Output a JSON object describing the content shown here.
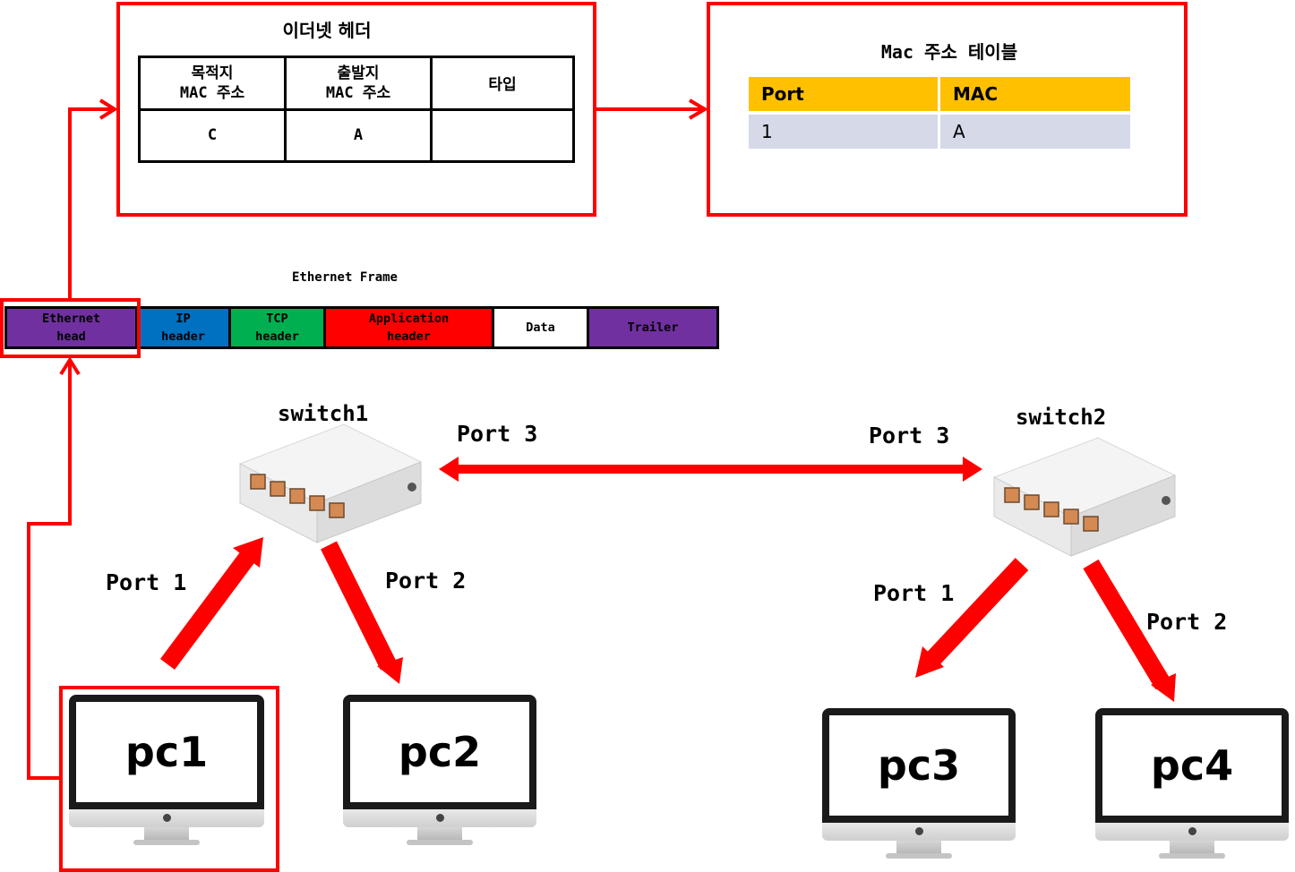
{
  "ethernet_header": {
    "title": "이더넷 헤더",
    "col1_header": "목적지\nMAC 주소",
    "col2_header": "출발지\nMAC 주소",
    "col3_header": "타입",
    "col1_value": "C",
    "col2_value": "A",
    "col3_value": ""
  },
  "mac_table": {
    "title": "Mac 주소 테이블",
    "headers": [
      "Port",
      "MAC"
    ],
    "rows": [
      [
        "1",
        "A"
      ]
    ]
  },
  "frame": {
    "title": "Ethernet Frame",
    "segments": [
      {
        "label": "Ethernet\nhead",
        "color": "#7030a0",
        "text_color": "#000000"
      },
      {
        "label": "IP\nheader",
        "color": "#0070c0",
        "text_color": "#000000"
      },
      {
        "label": "TCP\nheader",
        "color": "#00b050",
        "text_color": "#000000"
      },
      {
        "label": "Application\nheader",
        "color": "#ff0000",
        "text_color": "#000000"
      },
      {
        "label": "Data",
        "color": "#ffffff",
        "text_color": "#000000"
      },
      {
        "label": "Trailer",
        "color": "#7030a0",
        "text_color": "#000000"
      }
    ]
  },
  "switches": {
    "switch1": "switch1",
    "switch2": "switch2"
  },
  "ports": {
    "sw1_port1": "Port 1",
    "sw1_port2": "Port 2",
    "sw1_port3": "Port 3",
    "sw2_port3": "Port 3",
    "sw2_port1": "Port 1",
    "sw2_port2": "Port 2"
  },
  "pcs": {
    "pc1": "pc1",
    "pc2": "pc2",
    "pc3": "pc3",
    "pc4": "pc4"
  },
  "colors": {
    "highlight": "#ff0000",
    "table_header": "#ffc000",
    "table_row": "#d5d9e8"
  }
}
